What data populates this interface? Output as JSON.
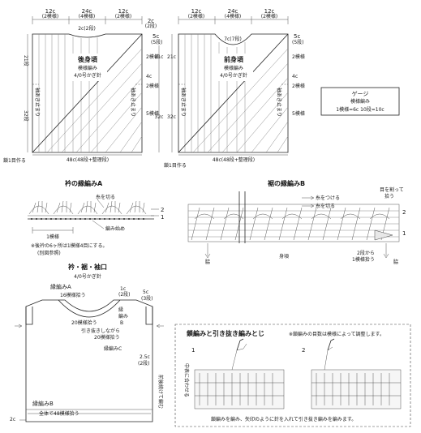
{
  "back": {
    "top_left": "12c",
    "top_left_sub": "(2模様)",
    "top_mid": "24c",
    "top_mid_sub": "(4模様)",
    "top_right": "12c",
    "top_right_sub": "(2模様)",
    "top_corner": "2c",
    "top_corner_sub": "(2段)",
    "neck": "2c(2段)",
    "shoulder": "5c",
    "shoulder_sub": "(5段)",
    "title": "後身頃",
    "stitch": "模様編み",
    "hook": "4/0号かぎ針",
    "left_upper": "21段",
    "left_lower": "32段",
    "right_upper": "21c",
    "right_lower": "32c",
    "rows1": "2模様",
    "rows2": "4c",
    "rows3": "2模様",
    "rows4": "5模様",
    "armhole": "袖あき止まり",
    "bottom": "48c(48段+整理段)",
    "start": "鎖1目作る"
  },
  "front": {
    "top_left": "12c",
    "top_left_sub": "(2模様)",
    "top_mid": "24c",
    "top_mid_sub": "(4模様)",
    "top_right": "12c",
    "top_right_sub": "(2模様)",
    "neck": "7c(7段)",
    "shoulder": "5c",
    "shoulder_sub": "(5段)",
    "title": "前身頃",
    "stitch": "模様編み",
    "hook": "4/0号かぎ針",
    "left_upper": "21c",
    "left_lower": "32c",
    "rows1": "2模様",
    "rows2": "4c",
    "rows3": "2模様",
    "rows4": "5模様",
    "armhole": "袖あき止まり",
    "bottom": "48c(48段+整理段)",
    "start": "鎖1目作る"
  },
  "gauge": {
    "title": "ゲージ",
    "stitch": "模様編み",
    "value": "1模様=6c  10段=10c"
  },
  "border_a": {
    "title": "衿の縁編みA",
    "cut": "糸を切る",
    "join": "編み始め",
    "one": "1模様",
    "num2": "2",
    "num1": "1",
    "note1": "※後衿の6ヶ所は1模様4目にする。",
    "note2": "(別図参照)"
  },
  "border_b": {
    "title": "裾の縁編みB",
    "attach": "糸をつける",
    "cut": "糸を切る",
    "pickup1": "目を割って",
    "pickup2": "拾う",
    "side": "脇",
    "body": "身頃",
    "rows2": "2段から",
    "rows2b": "1模様拾う",
    "n2": "2",
    "n1": "1"
  },
  "finish": {
    "title": "衿・裾・袖口",
    "hook": "4/0号かぎ針",
    "edge_a": "縁編みA",
    "pick16": "16模様拾う",
    "c1": "1c",
    "c1sub": "(2段)",
    "c5": "5c",
    "c5sub": "(3段)",
    "edge_label": "縁",
    "edge_label2": "編み",
    "edge_label3": "B",
    "pick20": "20模様拾う",
    "slip1": "引き抜きしながら",
    "slip2": "20模様拾う",
    "edge_c": "縁編みC",
    "c25": "2.5c",
    "c25sub": "(2段)",
    "sides": "前後続けて編む",
    "edge_b": "縁編みB",
    "pick48": "全体で48模様拾う",
    "c2": "2c"
  },
  "join": {
    "title": "鎖編みと引き抜き編みとじ",
    "note": "※鎖編みの目数は模様によって調整します。",
    "step1": "1",
    "step2": "2",
    "center": "中表に合わせる",
    "caption": "鎖編みを編み、矢印のように針を入れて引き抜き編みを編みます。"
  }
}
